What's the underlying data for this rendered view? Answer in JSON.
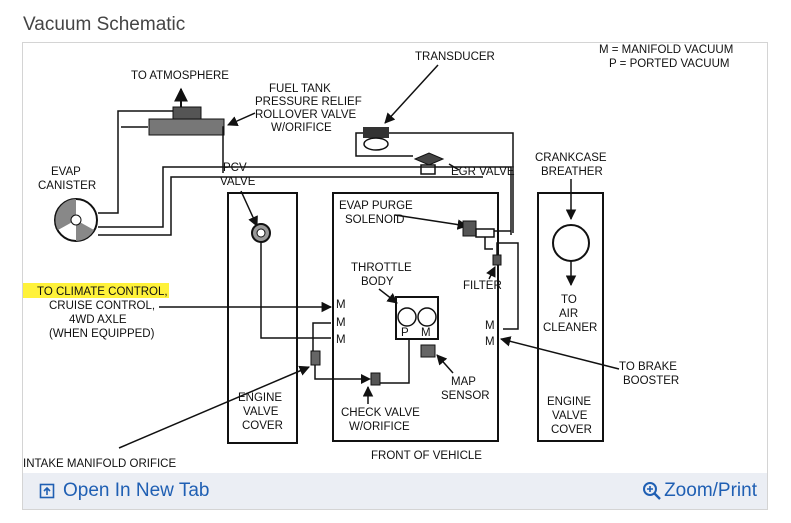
{
  "page": {
    "title": "Vacuum Schematic"
  },
  "schematic": {
    "legend_m": "M = MANIFOLD VACUUM",
    "legend_p": "P = PORTED VACUUM",
    "labels": {
      "transducer": "TRANSDUCER",
      "to_atmosphere": "TO ATMOSPHERE",
      "fuel_tank_1": "FUEL TANK",
      "fuel_tank_2": "PRESSURE RELIEF",
      "fuel_tank_3": "ROLLOVER VALVE",
      "fuel_tank_4": "W/ORIFICE",
      "evap_canister_1": "EVAP",
      "evap_canister_2": "CANISTER",
      "pcv_1": "PCV",
      "pcv_2": "VALVE",
      "egr_valve": "EGR VALVE",
      "crankcase_1": "CRANKCASE",
      "crankcase_2": "BREATHER",
      "purge_1": "EVAP PURGE",
      "purge_2": "SOLENOID",
      "throttle_1": "THROTTLE",
      "throttle_2": "BODY",
      "filter": "FILTER",
      "to_air_1": "TO",
      "to_air_2": "AIR",
      "to_air_3": "CLEANER",
      "climate_1": "TO CLIMATE CONTROL,",
      "climate_2": "CRUISE CONTROL,",
      "climate_3": "4WD AXLE",
      "climate_4": "(WHEN EQUIPPED)",
      "m_port": "M",
      "p_port": "P",
      "brake_1": "TO BRAKE",
      "brake_2": "BOOSTER",
      "map_1": "MAP",
      "map_2": "SENSOR",
      "valve_cover_1": "ENGINE",
      "valve_cover_2": "VALVE",
      "valve_cover_3": "COVER",
      "check_valve_1": "CHECK VALVE",
      "check_valve_2": "W/ORIFICE",
      "intake_orifice": "INTAKE MANIFOLD ORIFICE",
      "front": "FRONT OF VEHICLE"
    }
  },
  "toolbar": {
    "open_tab_label": "Open In New Tab",
    "zoom_label": "Zoom/Print"
  },
  "colors": {
    "link": "#1f5fb3",
    "toolbar_bg": "#ebeef4",
    "highlight": "#fff23a"
  }
}
